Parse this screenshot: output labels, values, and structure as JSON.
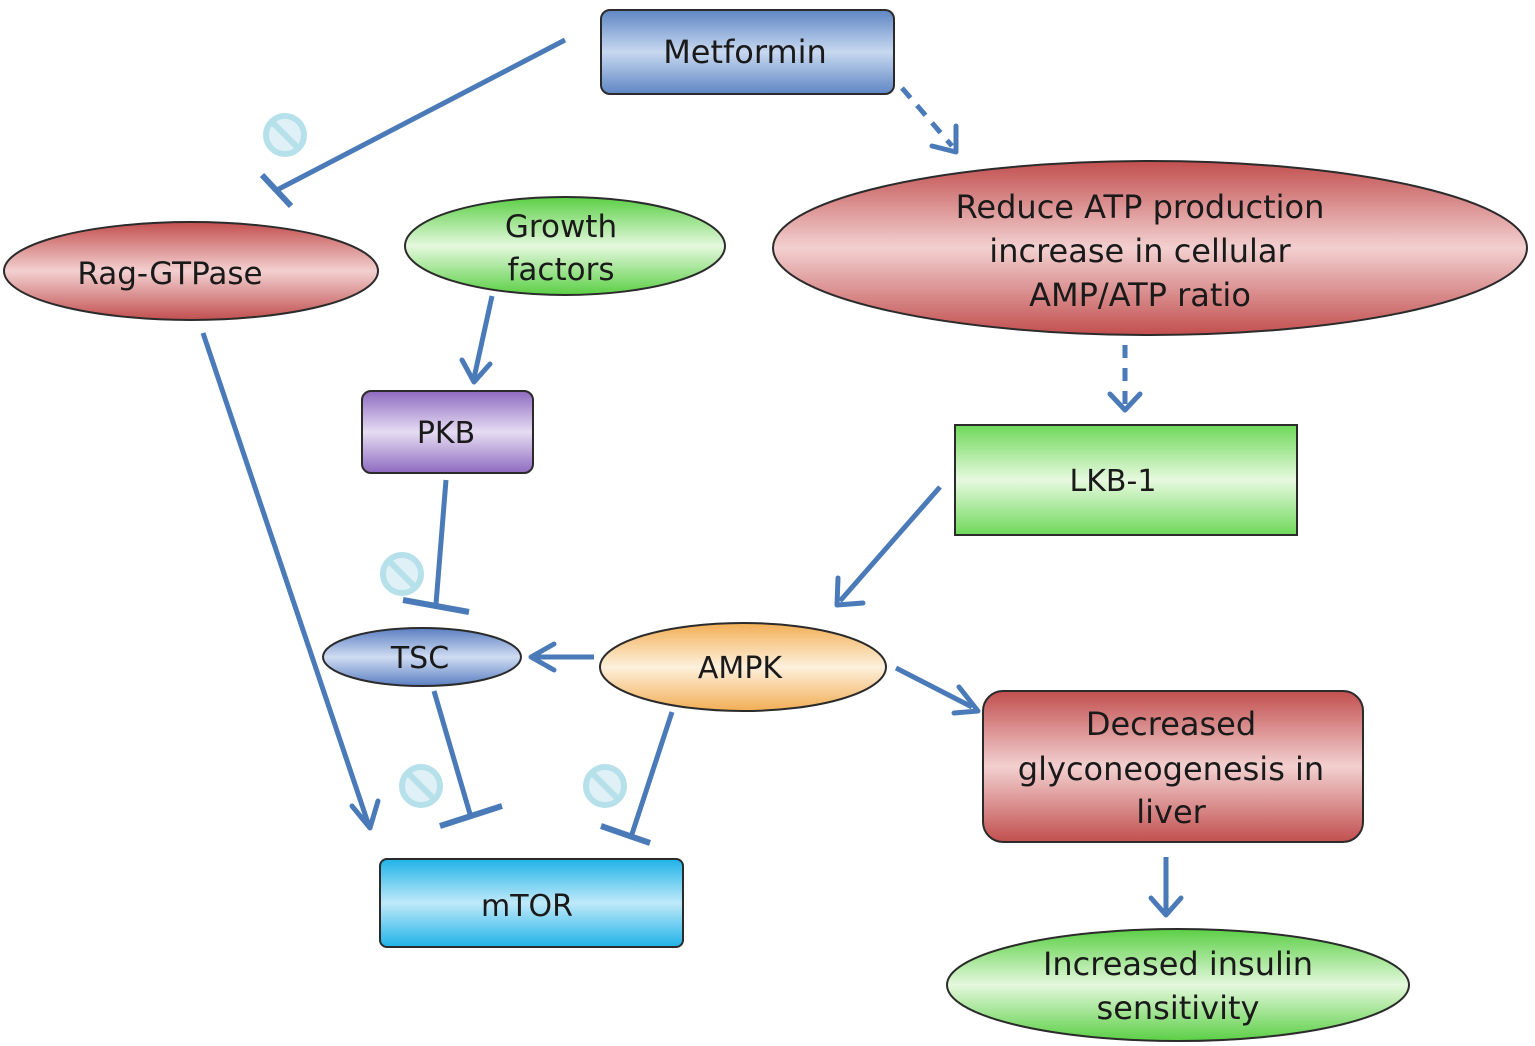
{
  "nodes": {
    "metformin": "Metformin",
    "reduce_atp": [
      "Reduce ATP production",
      "increase in cellular",
      "AMP/ATP ratio"
    ],
    "rag_gtpase": "Rag-GTPase",
    "growth_factors": [
      "Growth",
      "factors"
    ],
    "pkb": "PKB",
    "lkb1": "LKB-1",
    "tsc": "TSC",
    "ampk": "AMPK",
    "decreased_gluconeogenesis": [
      "Decreased",
      "glyconeogenesis in",
      "liver"
    ],
    "mtor": "mTOR",
    "increased_insulin": [
      "Increased insulin",
      "sensitivity"
    ]
  },
  "colors": {
    "edge": "#4a7ab8",
    "inhibit_icon": "#b6e0ea",
    "metformin_fill": "#8fb0dc",
    "red_fill": "#d98686",
    "green_fill": "#9fe38f",
    "purple_fill": "#b39ad6",
    "blue_fill": "#8fa8d8",
    "orange_fill": "#f7c98a",
    "cyan_fill": "#56c8ee"
  },
  "icons": {
    "inhibition": "no-entry-icon"
  },
  "edges": [
    {
      "from": "Metformin",
      "to": "Reduce ATP production",
      "type": "dashed-arrow"
    },
    {
      "from": "Metformin",
      "to": "Rag-GTPase",
      "type": "inhibition"
    },
    {
      "from": "Reduce ATP production",
      "to": "LKB-1",
      "type": "dashed-arrow"
    },
    {
      "from": "Growth factors",
      "to": "PKB",
      "type": "arrow"
    },
    {
      "from": "Rag-GTPase",
      "to": "mTOR",
      "type": "arrow"
    },
    {
      "from": "PKB",
      "to": "TSC",
      "type": "inhibition"
    },
    {
      "from": "LKB-1",
      "to": "AMPK",
      "type": "arrow"
    },
    {
      "from": "AMPK",
      "to": "TSC",
      "type": "arrow"
    },
    {
      "from": "AMPK",
      "to": "Decreased glyconeogenesis in liver",
      "type": "arrow"
    },
    {
      "from": "TSC",
      "to": "mTOR",
      "type": "inhibition"
    },
    {
      "from": "AMPK",
      "to": "mTOR",
      "type": "inhibition"
    },
    {
      "from": "Decreased glyconeogenesis in liver",
      "to": "Increased insulin sensitivity",
      "type": "arrow"
    }
  ]
}
